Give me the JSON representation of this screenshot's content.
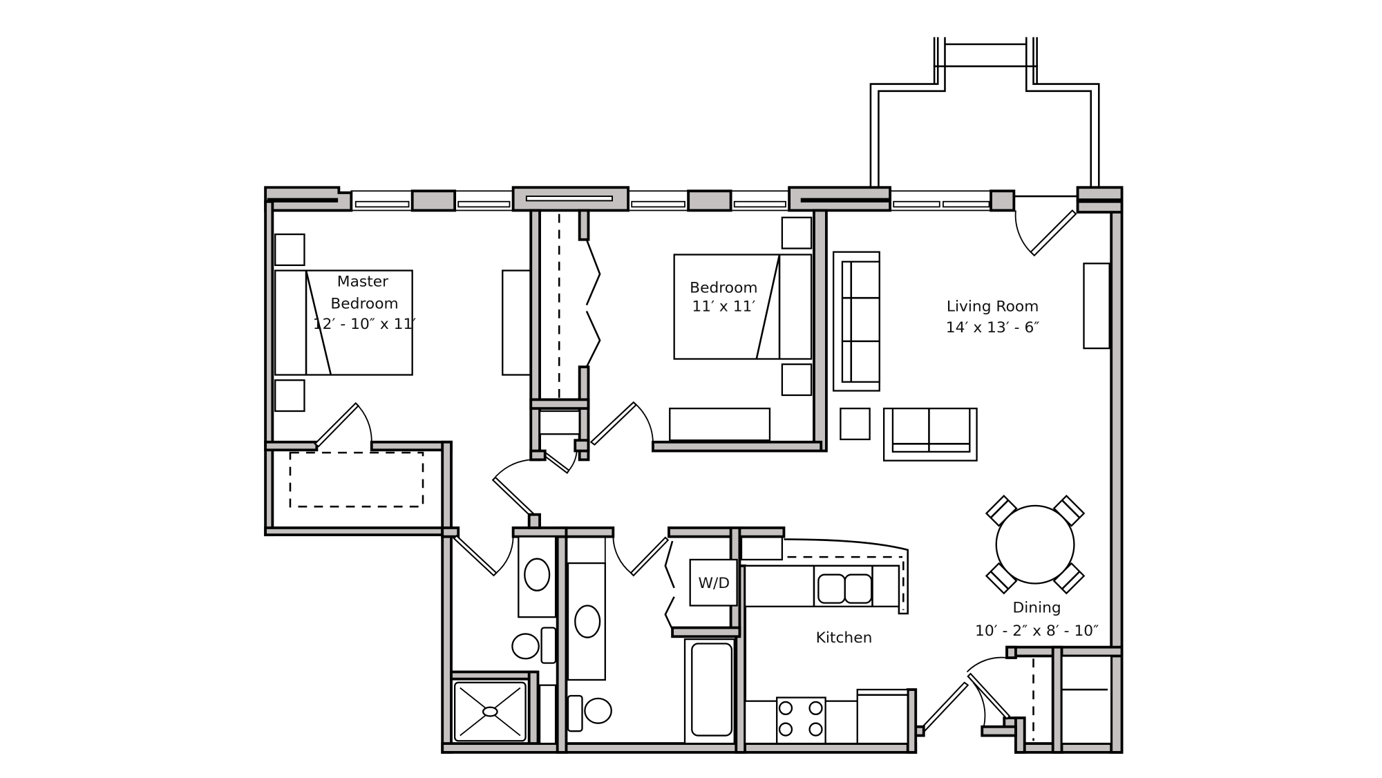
{
  "plan": {
    "type": "apartment-floor-plan",
    "rooms": [
      {
        "name": "Master Bedroom",
        "line1": "Master",
        "line2": "Bedroom",
        "dims": "12′ - 10″ x 11′"
      },
      {
        "name": "Bedroom",
        "line1": "Bedroom",
        "dims": "11′ x 11′"
      },
      {
        "name": "Living Room",
        "line1": "Living Room",
        "dims": "14′ x 13′ - 6″"
      },
      {
        "name": "Dining",
        "line1": "Dining",
        "dims": "10′ - 2″ x 8′ - 10″"
      },
      {
        "name": "Kitchen",
        "line1": "Kitchen"
      },
      {
        "name": "Laundry",
        "line1": "W/D"
      }
    ],
    "colors": {
      "wall_fill": "#c4c1c0",
      "line": "#000000",
      "background": "#ffffff"
    }
  }
}
